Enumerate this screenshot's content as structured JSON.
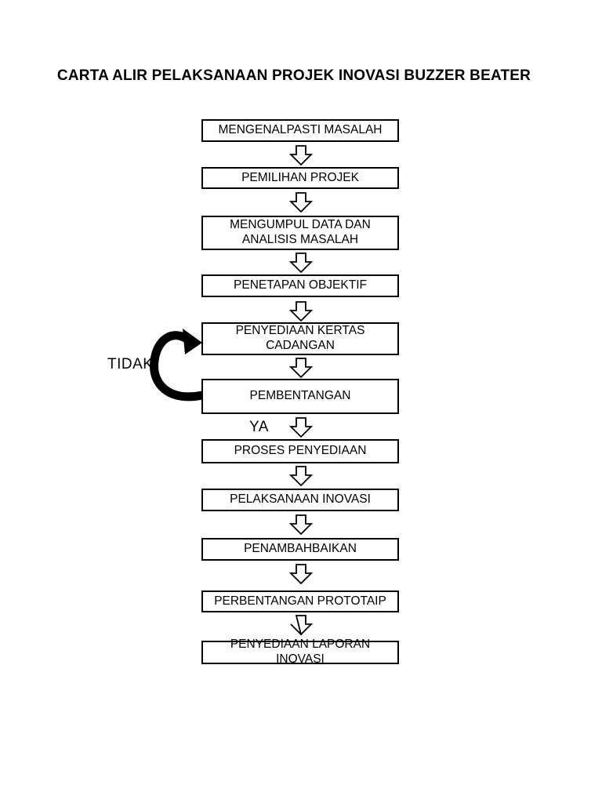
{
  "title": "CARTA ALIR PELAKSANAAN PROJEK INOVASI BUZZER BEATER",
  "flowchart": {
    "steps": [
      {
        "label": "MENGENALPASTI MASALAH"
      },
      {
        "label": "PEMILIHAN PROJEK"
      },
      {
        "label": "MENGUMPUL DATA DAN ANALISIS MASALAH"
      },
      {
        "label": "PENETAPAN OBJEKTIF"
      },
      {
        "label": "PENYEDIAAN KERTAS CADANGAN"
      },
      {
        "label": "PEMBENTANGAN"
      },
      {
        "label": "PROSES PENYEDIAAN"
      },
      {
        "label": "PELAKSANAAN INOVASI"
      },
      {
        "label": "PENAMBAHBAIKAN"
      },
      {
        "label": "PERBENTANGAN PROTOTAIP"
      },
      {
        "label": "PENYEDIAAN LAPORAN INOVASI"
      }
    ],
    "no_label": "TIDAK",
    "yes_label": "YA",
    "loop": {
      "from": "PEMBENTANGAN",
      "to": "PENYEDIAAN KERTAS CADANGAN",
      "condition": "TIDAK"
    },
    "colors": {
      "ink": "#000000",
      "box_fill": "#ffffff",
      "background": "#ffffff"
    }
  }
}
